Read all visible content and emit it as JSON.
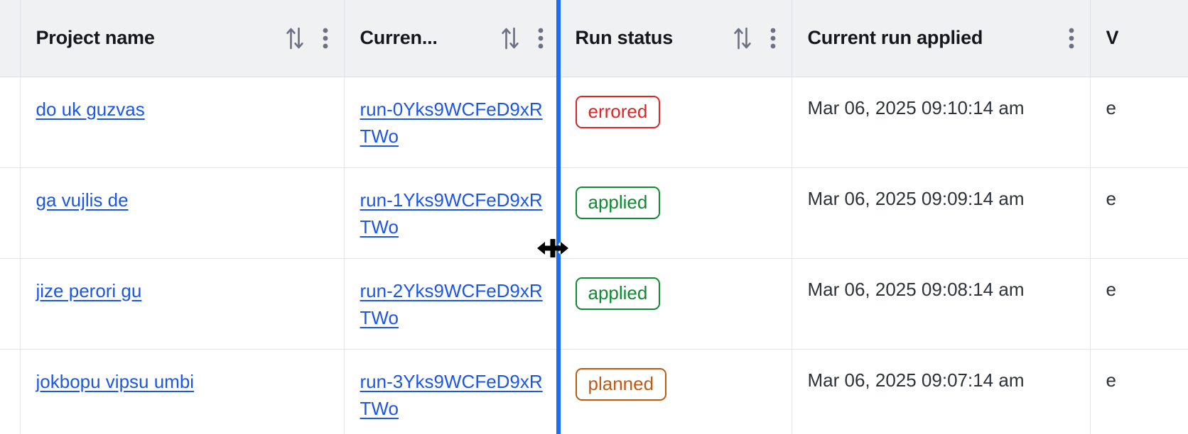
{
  "table": {
    "columns": [
      {
        "key": "select",
        "label": "",
        "has_sort": false,
        "has_menu": false,
        "truncated": false
      },
      {
        "key": "project",
        "label": "Project name",
        "has_sort": true,
        "has_menu": true,
        "truncated": false
      },
      {
        "key": "currun",
        "label": "Curren...",
        "has_sort": true,
        "has_menu": true,
        "truncated": true
      },
      {
        "key": "status",
        "label": "Run status",
        "has_sort": true,
        "has_menu": true,
        "truncated": false
      },
      {
        "key": "applied",
        "label": "Current run applied",
        "has_sort": false,
        "has_menu": true,
        "truncated": false
      },
      {
        "key": "vcs",
        "label": "V",
        "has_sort": false,
        "has_menu": false,
        "truncated": true
      }
    ],
    "rows": [
      {
        "project_name": "do uk guzvas",
        "current_run": "run-0Yks9WCFeD9xRTWo",
        "run_status": "errored",
        "run_status_variant": "errored",
        "current_run_applied": "Mar 06, 2025 09:10:14 am",
        "vcs": "e"
      },
      {
        "project_name": "ga vujlis de",
        "current_run": "run-1Yks9WCFeD9xRTWo",
        "run_status": "applied",
        "run_status_variant": "applied",
        "current_run_applied": "Mar 06, 2025 09:09:14 am",
        "vcs": "e"
      },
      {
        "project_name": "jize perori gu",
        "current_run": "run-2Yks9WCFeD9xRTWo",
        "run_status": "applied",
        "run_status_variant": "applied",
        "current_run_applied": "Mar 06, 2025 09:08:14 am",
        "vcs": "e"
      },
      {
        "project_name": "jokbopu vipsu umbi",
        "current_run": "run-3Yks9WCFeD9xRTWo",
        "run_status": "planned",
        "run_status_variant": "planned",
        "current_run_applied": "Mar 06, 2025 09:07:14 am",
        "vcs": "e"
      }
    ]
  },
  "interaction": {
    "resize_guide_visible": true,
    "resize_guide_color": "#1a6ef5",
    "cursor": "col-resize"
  },
  "colors": {
    "link": "#1a56e8",
    "header_bg": "#f0f1f3",
    "border": "#dcdee2",
    "row_border": "#e3e5e8",
    "status_errored": "#e02424",
    "status_applied": "#0f8a2e",
    "status_planned": "#c05a12",
    "text": "#2d3239",
    "icon_gray": "#6b7180"
  },
  "icons": {
    "sort": "sort-arrows-icon",
    "menu": "kebab-menu-icon"
  }
}
